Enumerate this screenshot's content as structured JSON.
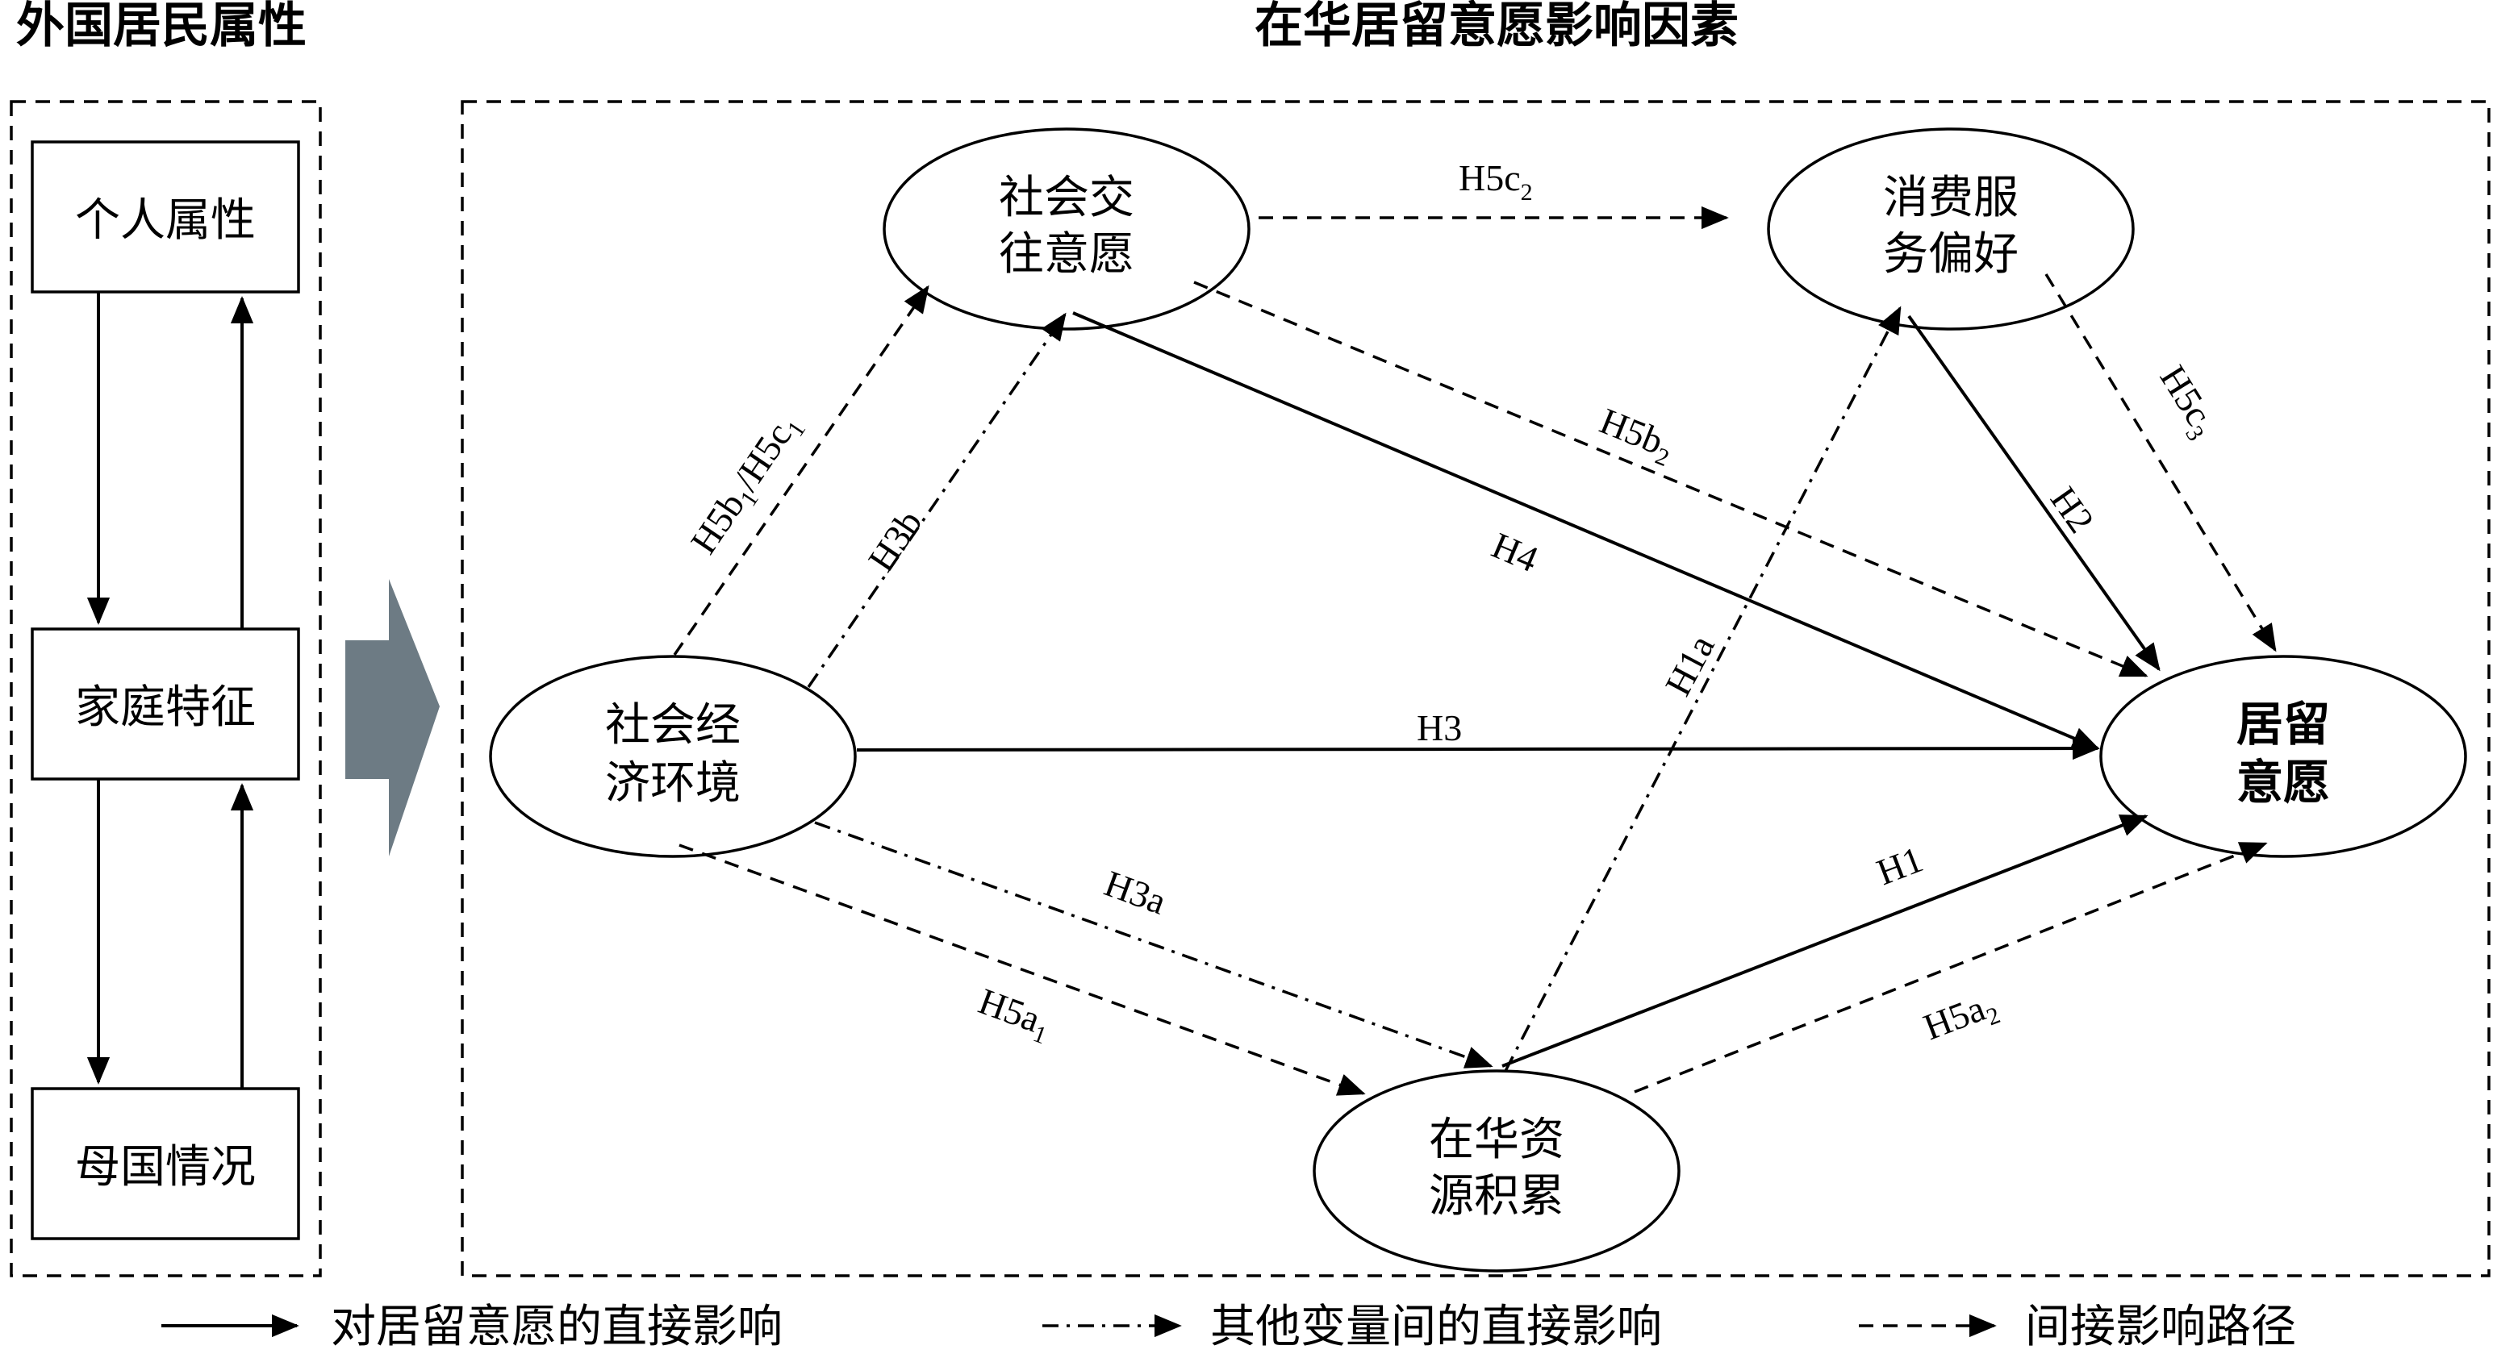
{
  "titles": {
    "left": "外国居民属性",
    "right": "在华居留意愿影响因素"
  },
  "left_boxes": {
    "personal": "个人属性",
    "family": "家庭特征",
    "home": "母国情况"
  },
  "nodes": {
    "social_interaction": [
      "社会交",
      "往意愿"
    ],
    "consumption": [
      "消费服",
      "务偏好"
    ],
    "socioeconomic": [
      "社会经",
      "济环境"
    ],
    "resources": [
      "在华资",
      "源积累"
    ],
    "residence": [
      "居留",
      "意愿"
    ]
  },
  "edges": {
    "h5c2": {
      "main": "H5c",
      "sub": "2"
    },
    "h5b1": {
      "main": "H5b",
      "sub": "1"
    },
    "slash": "/",
    "h5c1": {
      "main": "H5c",
      "sub": "1"
    },
    "h3b": "H3b",
    "h5b2": {
      "main": "H5b",
      "sub": "2"
    },
    "h4": "H4",
    "h2": "H2",
    "h5c3": {
      "main": "H5c",
      "sub": "3"
    },
    "h1a": "H1a",
    "h3": "H3",
    "h3a": "H3a",
    "h1": "H1",
    "h5a1": {
      "main": "H5a",
      "sub": "1"
    },
    "h5a2": {
      "main": "H5a",
      "sub": "2"
    }
  },
  "legend": {
    "direct": "对居留意愿的直接影响",
    "other": "其他变量间的直接影响",
    "indirect": "间接影响路径"
  },
  "colors": {
    "arrow_shape": "#6d7b84"
  }
}
